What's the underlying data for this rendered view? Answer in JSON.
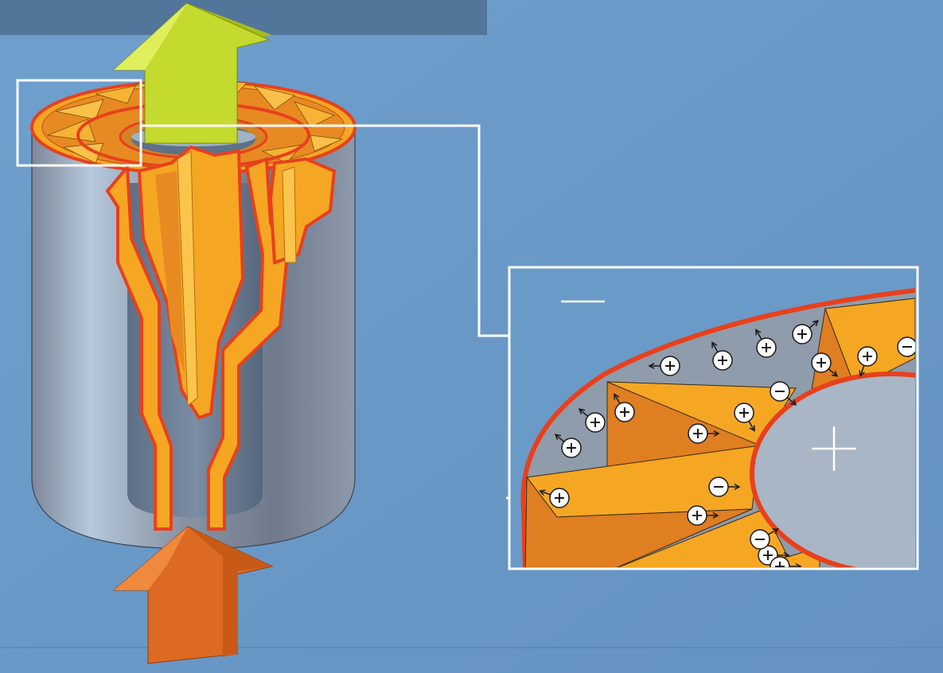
{
  "diagram": {
    "title": "",
    "colors": {
      "background": "#6a9ac8",
      "top_bar": "#52759a",
      "cylinder_gray": "#8b98aa",
      "fin_orange": "#f5a623",
      "fin_dark_orange": "#e07e22",
      "outline_red": "#e8401c",
      "arrow_out_green": "#c2d82c",
      "arrow_in_orange": "#dd6a22",
      "callout_white": "#ffffff",
      "core_gray": "#a8b6c6"
    },
    "icons": {
      "arrow_out": "upward-outflow-arrow",
      "arrow_in": "upward-inflow-arrow",
      "ion_positive": "plus-charge-icon",
      "ion_negative": "minus-charge-icon",
      "electrode_negative": "minus-sign-icon",
      "electrode_positive": "plus-sign-icon"
    },
    "ion_counts": {
      "positive_ions": 15,
      "negative_ions": 4
    }
  }
}
